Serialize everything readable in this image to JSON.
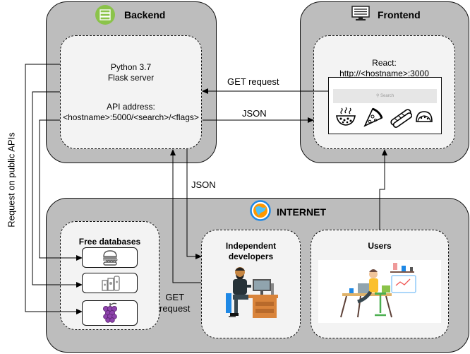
{
  "backend": {
    "title": "Backend",
    "server_lines": [
      "Python 3.7",
      "Flask server"
    ],
    "api_lines": [
      "API address:",
      "<hostname>:5000/<search>/<flags>"
    ]
  },
  "frontend": {
    "title": "Frontend",
    "react_lines": [
      "React:",
      "http://<hostname>:3000"
    ],
    "search_placeholder": "Search"
  },
  "internet": {
    "title": "INTERNET",
    "free_databases": "Free databases",
    "developers_lines": [
      "Independent",
      "developers"
    ],
    "users": "Users"
  },
  "edges": {
    "get_request_top": "GET request",
    "json_top": "JSON",
    "json_vertical": "JSON",
    "get_request_bottom_lines": [
      "GET",
      "request"
    ],
    "public_apis": "Request on public APIs"
  },
  "icons": {
    "backend": "server-icon",
    "frontend": "monitor-icon",
    "internet": "globe-icon",
    "db1": "burger-icon",
    "db2": "groceries-icon",
    "db3": "grapes-icon",
    "foods": [
      "bowl-icon",
      "pizza-icon",
      "baguette-icon",
      "taco-icon"
    ]
  },
  "colors": {
    "panel": "#bdbdbd",
    "inner": "#f3f3f3",
    "server_icon": "#8bc34a",
    "grapes": "#8e44ad",
    "globe": "#ff9800"
  }
}
